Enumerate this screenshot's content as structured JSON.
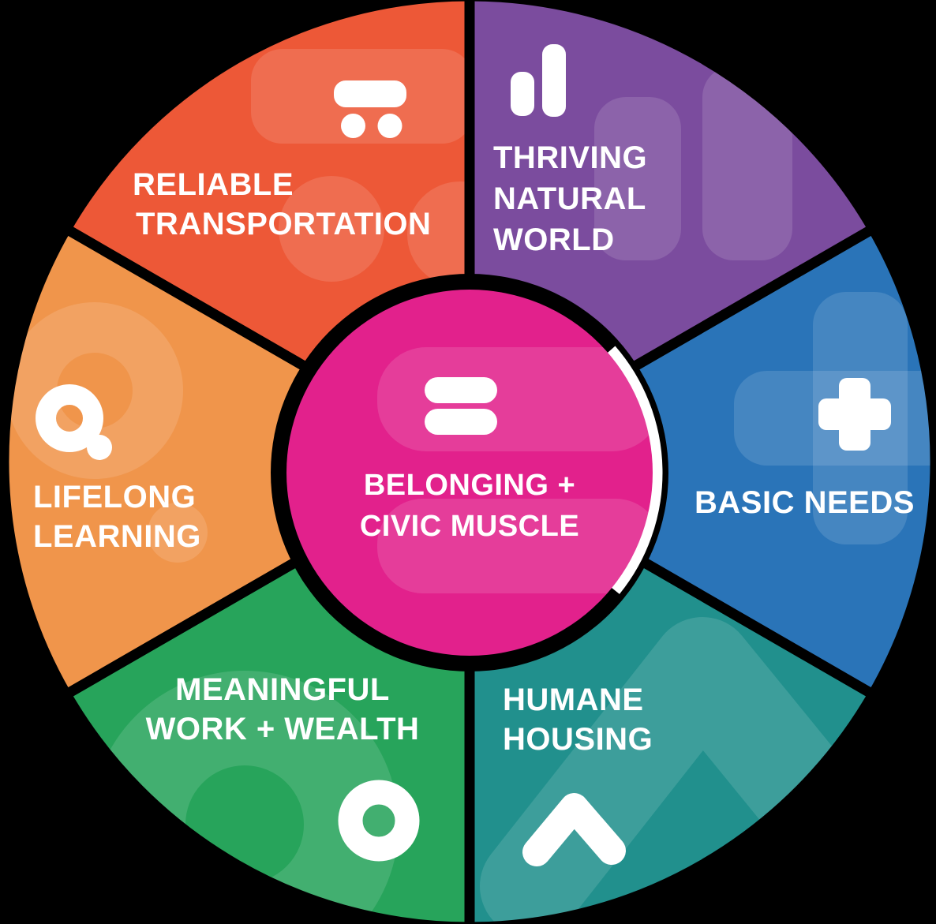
{
  "diagram": {
    "center": {
      "label_lines": [
        "BELONGING +",
        "CIVIC MUSCLE"
      ],
      "color": "#E2218C",
      "icon": "equals-icon"
    },
    "segments": [
      {
        "id": "reliable-transportation",
        "label_lines": [
          "RELIABLE",
          "TRANSPORTATION"
        ],
        "color": "#ED5837",
        "icon": "trolley-icon"
      },
      {
        "id": "thriving-natural-world",
        "label_lines": [
          "THRIVING",
          "NATURAL",
          "WORLD"
        ],
        "color": "#7B4C9E",
        "icon": "bar-chart-icon"
      },
      {
        "id": "basic-needs",
        "label_lines": [
          "BASIC NEEDS"
        ],
        "color": "#2A74B8",
        "icon": "medical-cross-icon"
      },
      {
        "id": "humane-housing",
        "label_lines": [
          "HUMANE",
          "HOUSING"
        ],
        "color": "#21908D",
        "icon": "roof-chevron-icon"
      },
      {
        "id": "meaningful-work-wealth",
        "label_lines": [
          "MEANINGFUL",
          "WORK + WEALTH"
        ],
        "color": "#27A45B",
        "icon": "donut-circle-icon"
      },
      {
        "id": "lifelong-learning",
        "label_lines": [
          "LIFELONG",
          "LEARNING"
        ],
        "color": "#F0954B",
        "icon": "magnifier-icon"
      }
    ],
    "colors": {
      "background": "#000000",
      "gap": "#000000",
      "label": "#FFFFFF",
      "icon": "#FFFFFF",
      "highlight_arc": "#FFFFFF"
    }
  }
}
